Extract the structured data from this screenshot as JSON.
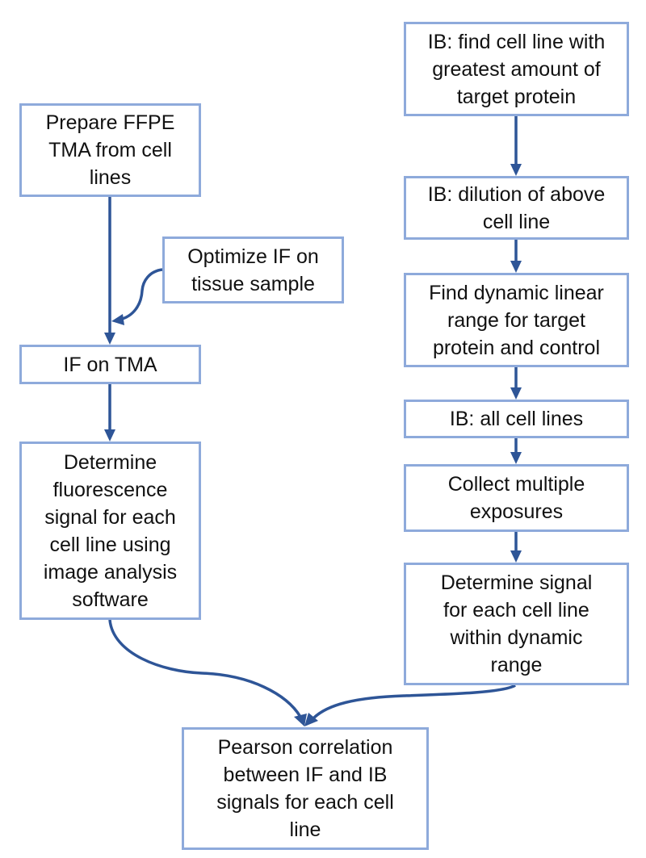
{
  "diagram": {
    "type": "flowchart",
    "colors": {
      "box_border": "#8EAADB",
      "arrow": "#2E5597",
      "text": "#111111"
    },
    "nodes": [
      {
        "id": "prepare-ffpe",
        "label": "Prepare FFPE TMA from cell lines",
        "lines": [
          "Prepare FFPE",
          "TMA from cell",
          "lines"
        ]
      },
      {
        "id": "optimize-if",
        "label": "Optimize IF on tissue sample",
        "lines": [
          "Optimize IF on",
          "tissue sample"
        ]
      },
      {
        "id": "if-on-tma",
        "label": "IF on TMA",
        "lines": [
          "IF on TMA"
        ]
      },
      {
        "id": "determine-fluorescence",
        "label": "Determine fluorescence signal for each cell line using image analysis software",
        "lines": [
          "Determine",
          "fluorescence",
          "signal for each",
          "cell line using",
          "image analysis",
          "software"
        ]
      },
      {
        "id": "ib-find",
        "label": "IB: find cell line with greatest amount of target protein",
        "lines": [
          "IB: find cell line with",
          "greatest amount of",
          "target protein"
        ]
      },
      {
        "id": "ib-dilution",
        "label": "IB: dilution of above cell line",
        "lines": [
          "IB: dilution of above",
          "cell line"
        ]
      },
      {
        "id": "find-dynamic",
        "label": "Find dynamic linear range for target protein and control",
        "lines": [
          "Find dynamic linear",
          "range for target",
          "protein and control"
        ]
      },
      {
        "id": "ib-all",
        "label": "IB: all cell lines",
        "lines": [
          "IB: all cell lines"
        ]
      },
      {
        "id": "collect-exposures",
        "label": "Collect multiple exposures",
        "lines": [
          "Collect multiple",
          "exposures"
        ]
      },
      {
        "id": "determine-signal",
        "label": "Determine signal for each cell line within dynamic range",
        "lines": [
          "Determine signal",
          "for each cell line",
          "within dynamic",
          "range"
        ]
      },
      {
        "id": "pearson",
        "label": "Pearson correlation between IF and IB signals for each cell line",
        "lines": [
          "Pearson correlation",
          "between IF and IB",
          "signals for each cell",
          "line"
        ]
      }
    ],
    "edges": [
      {
        "from": "prepare-ffpe",
        "to": "if-on-tma"
      },
      {
        "from": "optimize-if",
        "to": "if-on-tma"
      },
      {
        "from": "if-on-tma",
        "to": "determine-fluorescence"
      },
      {
        "from": "determine-fluorescence",
        "to": "pearson"
      },
      {
        "from": "ib-find",
        "to": "ib-dilution"
      },
      {
        "from": "ib-dilution",
        "to": "find-dynamic"
      },
      {
        "from": "find-dynamic",
        "to": "ib-all"
      },
      {
        "from": "ib-all",
        "to": "collect-exposures"
      },
      {
        "from": "collect-exposures",
        "to": "determine-signal"
      },
      {
        "from": "determine-signal",
        "to": "pearson"
      }
    ]
  }
}
